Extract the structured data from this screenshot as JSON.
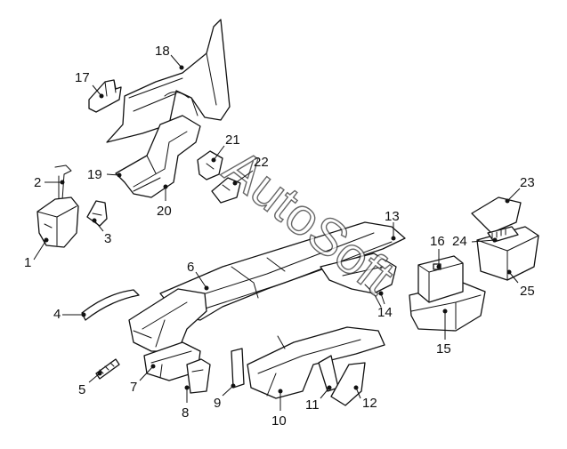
{
  "watermark": "AutoSoft",
  "labels": [
    "1",
    "2",
    "3",
    "4",
    "5",
    "6",
    "7",
    "8",
    "9",
    "10",
    "11",
    "12",
    "13",
    "14",
    "15",
    "16",
    "17",
    "18",
    "19",
    "20",
    "21",
    "22",
    "23",
    "24",
    "25"
  ]
}
